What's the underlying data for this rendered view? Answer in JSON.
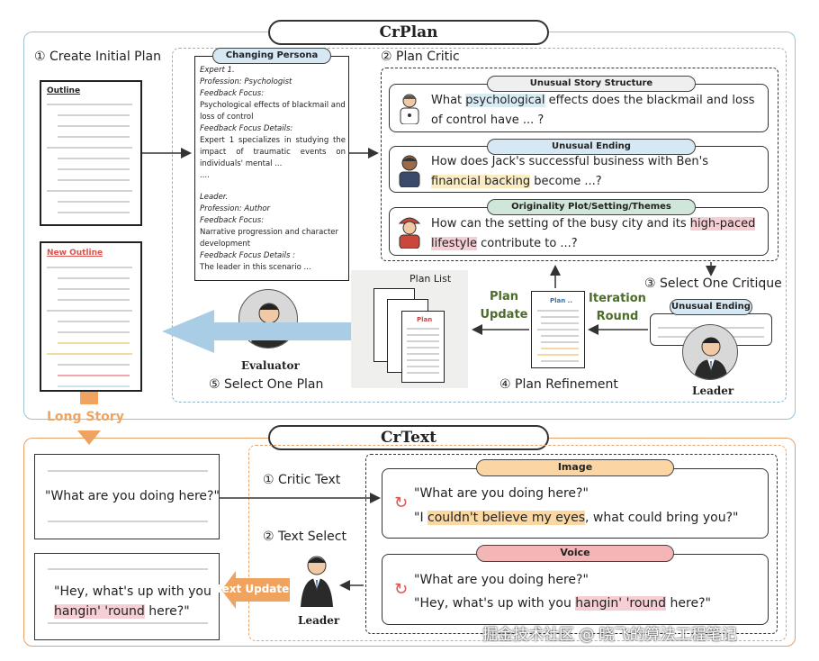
{
  "crplan": {
    "title": "CrPlan",
    "step1": "① Create Initial Plan",
    "outline_title": "Outline",
    "new_outline_title": "New Outline",
    "long_story": "Long Story",
    "persona": {
      "header": "Changing Persona",
      "lines": [
        "Expert 1.",
        "Profession: Psychologist",
        "Feedback Focus:",
        "Psychological effects of blackmail and loss of control",
        "Feedback Focus Details:",
        "Expert 1 specializes in studying the impact of traumatic events on individuals' mental ...",
        "....",
        "Leader.",
        "Profession: Author",
        "Feedback Focus:",
        "Narrative progression and character development",
        "Feedback Focus Details :",
        "The leader in this scenario ..."
      ]
    },
    "step2": "② Plan Critic",
    "critics": [
      {
        "tag": "Unusual Story Structure",
        "pre": "What ",
        "hl": "psychological",
        "post": " effects does the blackmail and loss of control have ... ?"
      },
      {
        "tag": "Unusual Ending",
        "pre": "How does Jack's successful business with Ben's ",
        "hl": "financial backing",
        "post": " become ...?"
      },
      {
        "tag": "Originality Plot/Setting/Themes",
        "pre": "How can the setting of the busy city and its ",
        "hl": "high-paced lifestyle",
        "post": " contribute to ...?"
      }
    ],
    "step3": "③ Select One Critique",
    "selected_tag": "Unusual Ending",
    "leader": "Leader",
    "iteration_round": "Iteration Round",
    "plan_update": "Plan Update",
    "plan_doc_title": "Plan ..",
    "plan_list": "Plan List",
    "plan_list_doc_title": "Plan",
    "step4": "④ Plan Refinement",
    "evaluator": "Evaluator",
    "step5": "⑤ Select One Plan"
  },
  "crtext": {
    "title": "CrText",
    "input_quote": "\"What are you doing here?\"",
    "step1": "① Critic Text",
    "step2": "② Text Select",
    "critics": [
      {
        "tag": "Image",
        "orig": "\"What are you doing here?\"",
        "pre": "\"I ",
        "hl": "couldn't believe my eyes",
        "post": ", what could bring you?\""
      },
      {
        "tag": "Voice",
        "orig": "\"What are you doing here?\"",
        "pre": "\"Hey, what's up with you ",
        "hl": "hangin' 'round",
        "post": " here?\""
      }
    ],
    "text_update": "Text Update",
    "leader": "Leader",
    "output_pre": "\"Hey, what's up with you",
    "output_hl": "hangin' 'round",
    "output_post": " here?\""
  },
  "watermark": "掘金技术社区 @ 晓飞的算法工程笔记",
  "colors": {
    "crplan_border": "#9cc3d6",
    "crtext_border": "#e8a066",
    "arrow_blue": "#a9cde4",
    "long_story": "#f0a35e",
    "pill_blue": "#d7e8f5",
    "pill_green": "#cfe6d8",
    "pill_orange": "#fbd6a4",
    "pill_red": "#f3b5b5"
  }
}
